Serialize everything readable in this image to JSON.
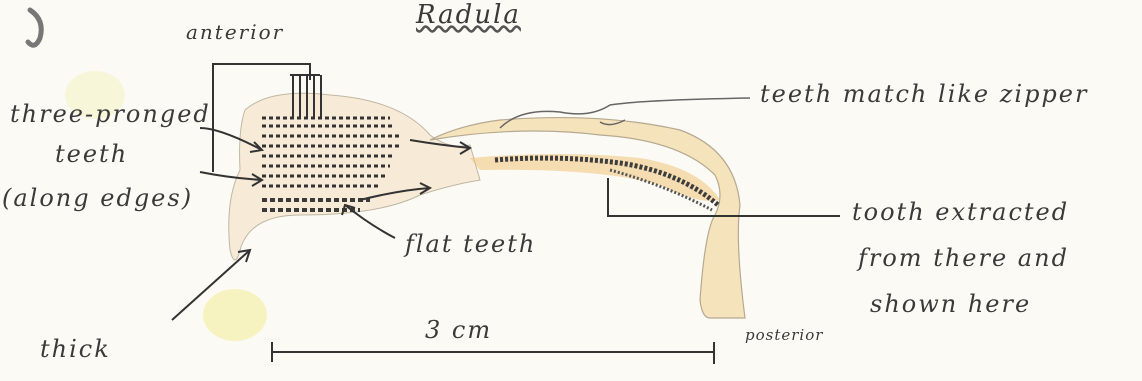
{
  "title": "Radula",
  "labels": {
    "anterior": "anterior",
    "three_pronged_line1": "three-pronged",
    "three_pronged_line2": "teeth",
    "three_pronged_line3": "(along edges)",
    "teeth_match": "teeth match like zipper",
    "tooth_extracted_line1": "tooth extracted",
    "tooth_extracted_line2": "from there and",
    "tooth_extracted_line3": "shown here",
    "flat_teeth": "flat teeth",
    "thick": "thick",
    "posterior": "posterior",
    "scale": "3 cm"
  },
  "colors": {
    "pencil": "#4a4a4a",
    "ink": "#2f2f2f",
    "flesh": "#f1d9a0",
    "orange": "#e8a24a",
    "highlight": "#f7f3b0"
  }
}
